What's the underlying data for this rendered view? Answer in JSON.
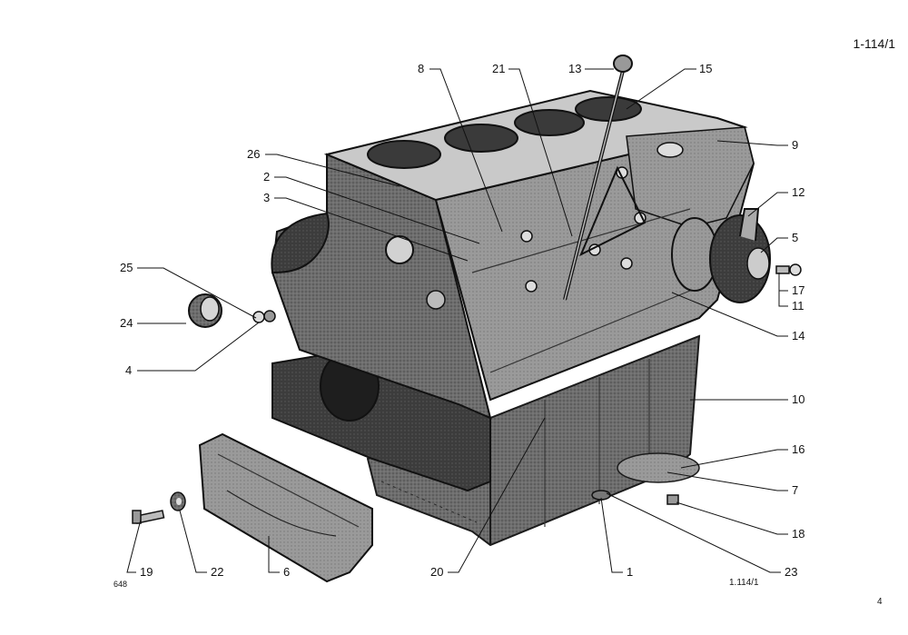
{
  "document": {
    "code": "1-114/1",
    "plate_code": "1.114/1",
    "plate_number": "648",
    "page_number": "4"
  },
  "callouts": [
    "8",
    "21",
    "13",
    "15",
    "26",
    "2",
    "3",
    "9",
    "12",
    "5",
    "17",
    "11",
    "25",
    "24",
    "4",
    "14",
    "10",
    "16",
    "7",
    "18",
    "19",
    "22",
    "6",
    "20",
    "1",
    "23"
  ]
}
